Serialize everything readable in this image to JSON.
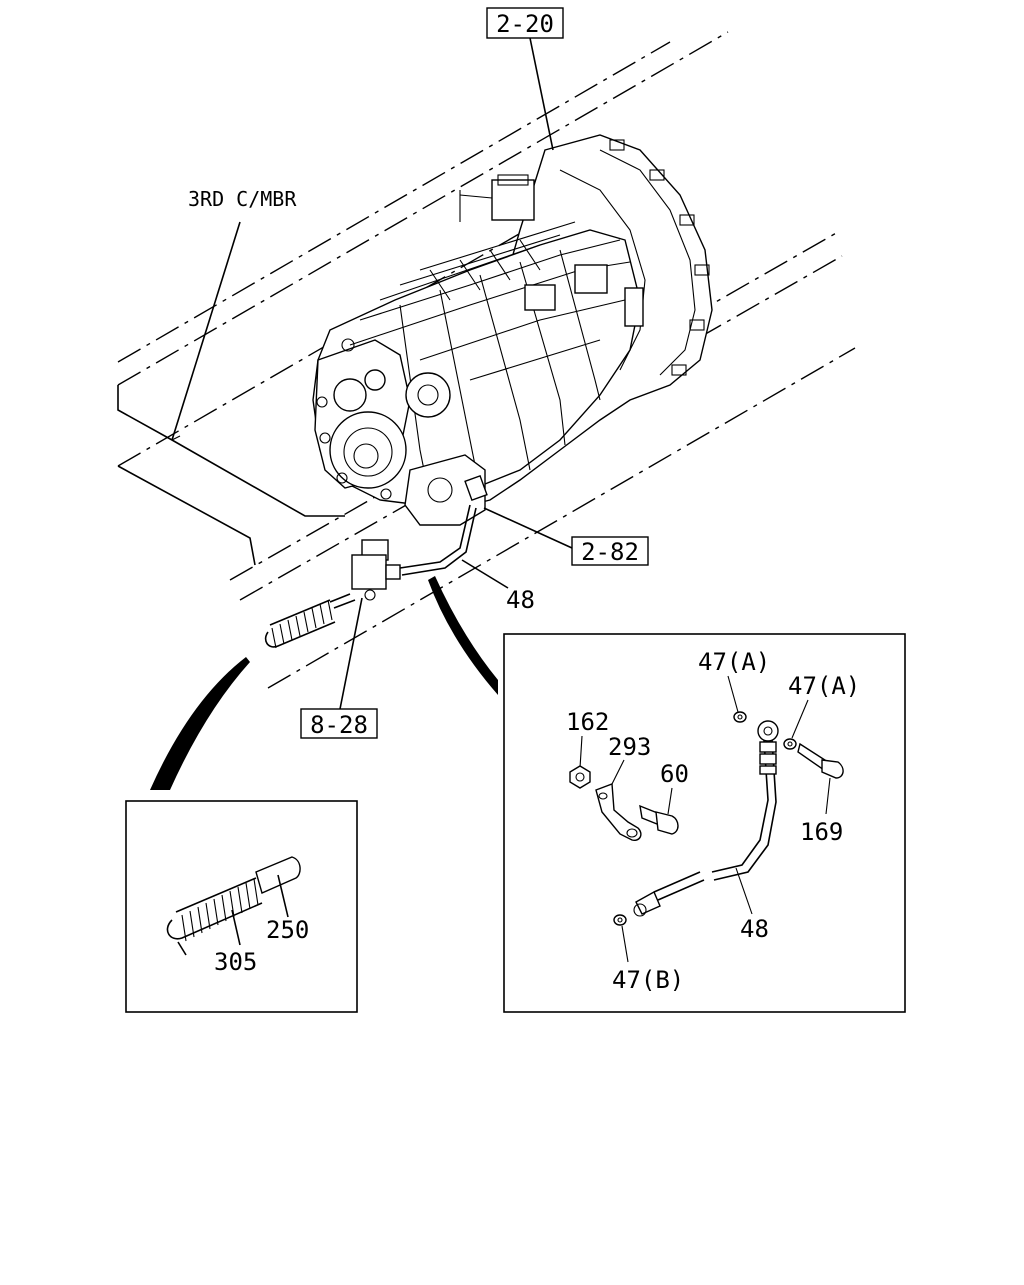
{
  "diagram": {
    "ref_boxes": {
      "top": "2-20",
      "right": "2-82",
      "left": "8-28"
    },
    "labels": {
      "crossmember": "3RD C/MBR",
      "hose_main": "48",
      "detail_right_48": "48",
      "washer_a1": "47(A)",
      "washer_a2": "47(A)",
      "washer_b": "47(B)",
      "nut": "162",
      "bracket": "293",
      "bolt_60": "60",
      "bolt_169": "169",
      "cable_250": "250",
      "spring_305": "305"
    }
  }
}
